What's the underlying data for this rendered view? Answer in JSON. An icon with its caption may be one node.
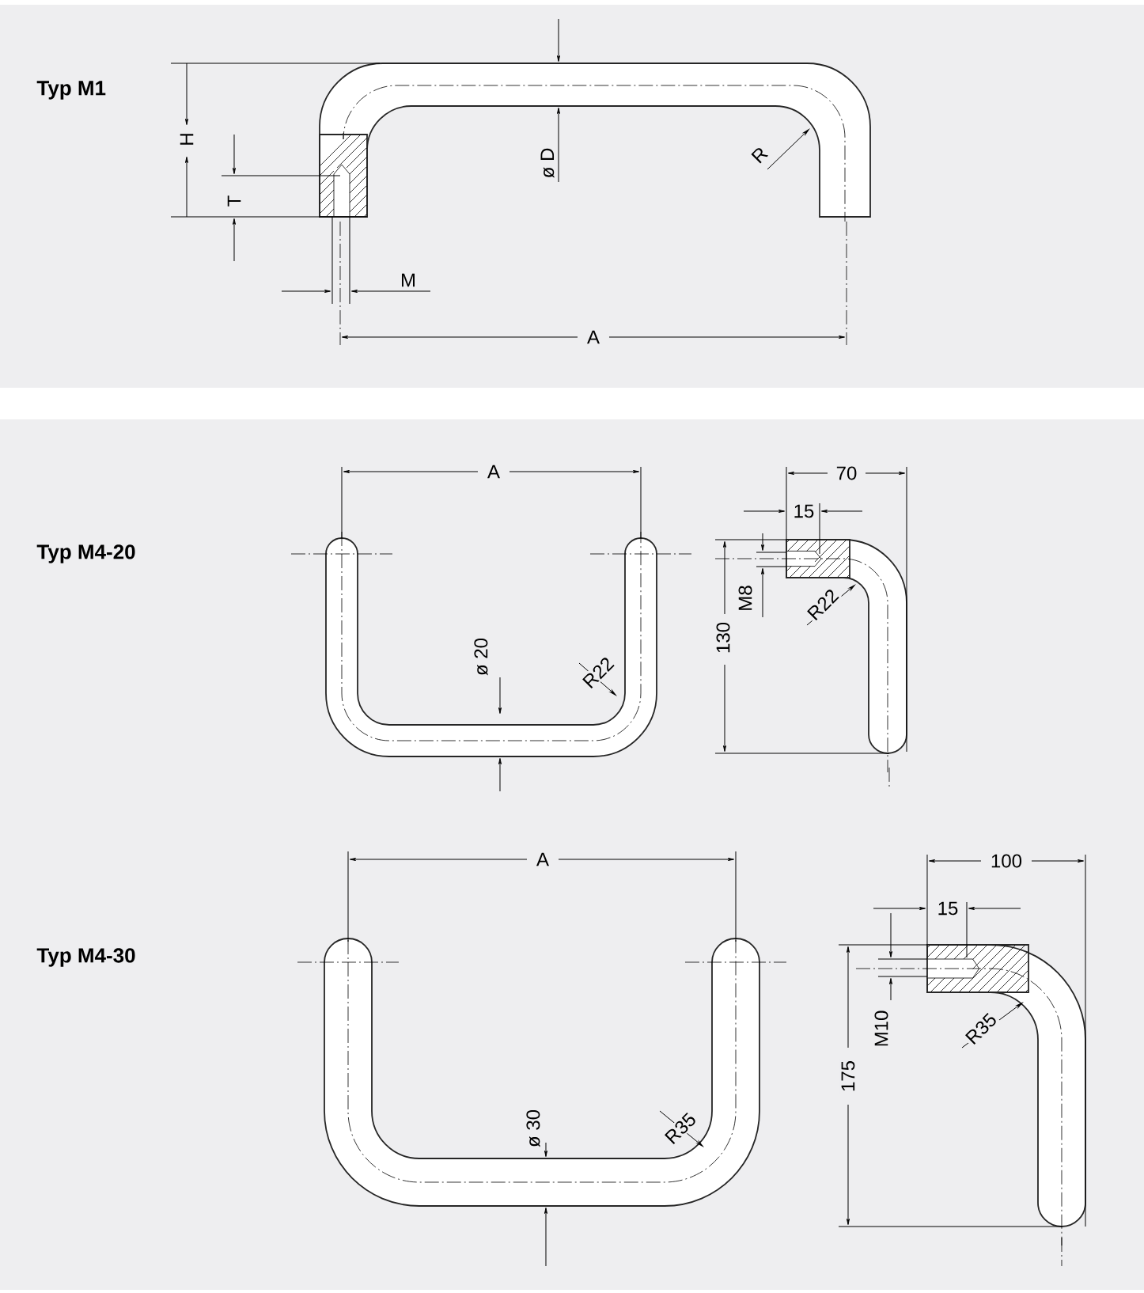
{
  "diagram": {
    "labels": [
      "Typ M1",
      "H",
      "T",
      "ø D",
      "R",
      "M",
      "A",
      "A",
      "70",
      "Typ M4-20",
      "15",
      "M8",
      "R22",
      "130",
      "ø 20",
      "R22",
      "A",
      "100",
      "Typ M4-30",
      "15",
      "M10",
      "R35",
      "175",
      "ø 30",
      "R35"
    ]
  }
}
